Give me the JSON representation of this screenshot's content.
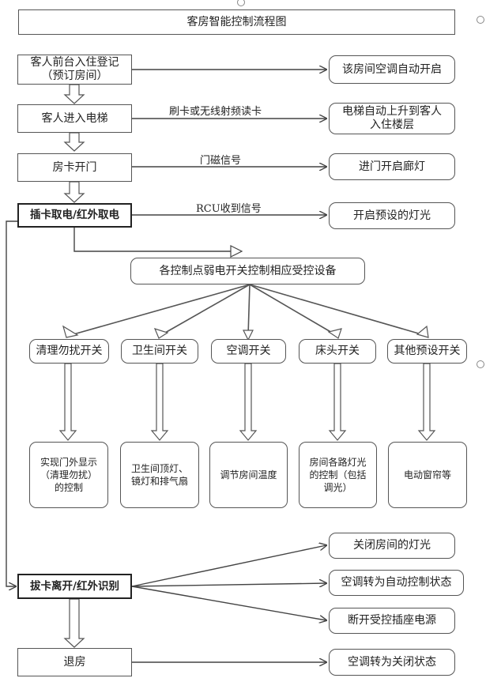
{
  "title": "客房智能控制流程图",
  "left_steps": {
    "checkin": "客人前台入住登记\n（预订房间）",
    "elevator": "客人进入电梯",
    "door": "房卡开门",
    "insert_card": "插卡取电/红外取电",
    "remove_card": "拔卡离开/红外识别",
    "checkout": "退房"
  },
  "right_results": {
    "ac_auto_on": "该房间空调自动开启",
    "elevator_up": "电梯自动上升到客人\n入住楼层",
    "corridor_light": "进门开启廊灯",
    "preset_light": "开启预设的灯光",
    "lights_off": "关闭房间的灯光",
    "ac_auto_mode": "空调转为自动控制状态",
    "socket_off": "断开受控插座电源",
    "ac_off": "空调转为关闭状态"
  },
  "arrow_labels": {
    "swipe": "刷卡或无线射频读卡",
    "door_signal": "门磁信号",
    "rcu_signal": "RCU收到信号"
  },
  "center_node": "各控制点弱电开关控制相应受控设备",
  "switches": [
    {
      "label": "清理勿扰开关",
      "effect": "实现门外显示\n（清理勿扰）\n的控制"
    },
    {
      "label": "卫生间开关",
      "effect": "卫生间顶灯、\n镜灯和排气扇"
    },
    {
      "label": "空调开关",
      "effect": "调节房间温度"
    },
    {
      "label": "床头开关",
      "effect": "房间各路灯光\n的控制（包括\n调光）"
    },
    {
      "label": "其他预设开关",
      "effect": "电动窗帘等"
    }
  ]
}
